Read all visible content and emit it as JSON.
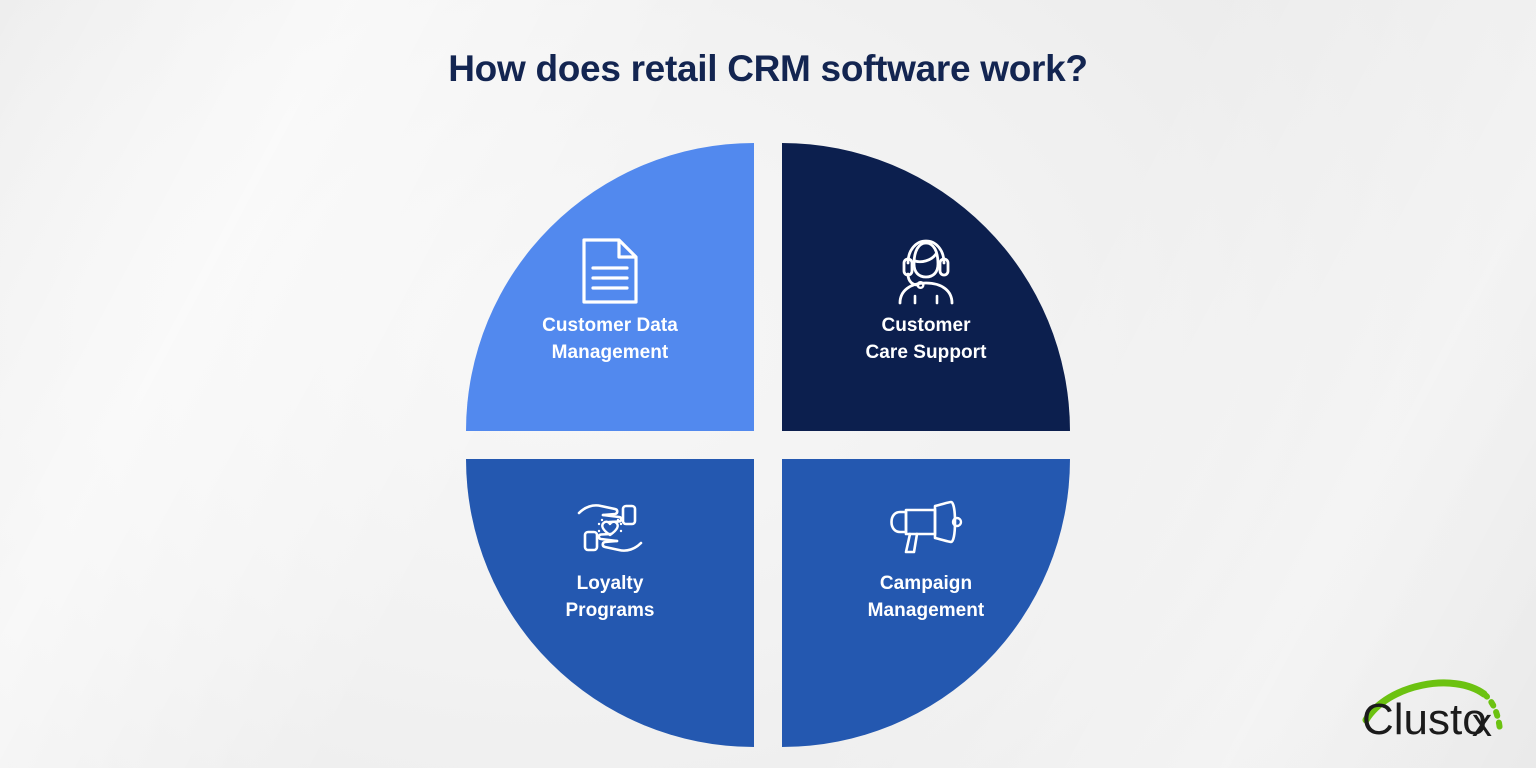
{
  "page": {
    "title": "How does retail CRM software work?",
    "background_color": "#efefef",
    "title_color": "#132551"
  },
  "diagram": {
    "type": "quadrant-circle",
    "shape": "circle divided into four equal quadrants separated by white cross gap",
    "quadrants": [
      {
        "id": "customer-data-management",
        "position": "top-left",
        "label_line1": "Customer Data",
        "label_line2": "Management",
        "icon": "document-icon",
        "color": "#5289ee",
        "text_color": "#ffffff"
      },
      {
        "id": "customer-care-support",
        "position": "top-right",
        "label_line1": "Customer",
        "label_line2": "Care Support",
        "icon": "headset-agent-icon",
        "color": "#0c1f4e",
        "text_color": "#ffffff"
      },
      {
        "id": "loyalty-programs",
        "position": "bottom-left",
        "label_line1": "Loyalty",
        "label_line2": "Programs",
        "icon": "hands-heart-icon",
        "color": "#2458b0",
        "text_color": "#ffffff"
      },
      {
        "id": "campaign-management",
        "position": "bottom-right",
        "label_line1": "Campaign",
        "label_line2": "Management",
        "icon": "megaphone-icon",
        "color": "#2458b0",
        "text_color": "#ffffff"
      }
    ]
  },
  "logo": {
    "text": "Clusto",
    "accent_letter": "x",
    "arc_color": "#6cc211",
    "text_color": "#1b1b1b"
  }
}
